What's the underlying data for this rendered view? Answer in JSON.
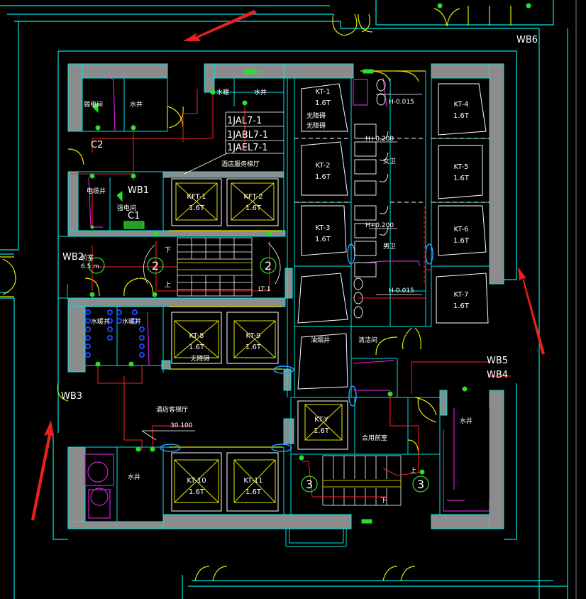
{
  "colors": {
    "background": "#000000",
    "wall_line": "#00e5e5",
    "wall_fill": "#8c8c8c",
    "door": "#e6e600",
    "electric": "#ff2020",
    "device": "#28e028",
    "pipe": "#d020d0",
    "white_text": "#ffffff",
    "arrow": "#e8221c",
    "water_blue": "#2244ff"
  },
  "board_labels": {
    "wb6": "WB6",
    "wb5": "WB5",
    "wb4": "WB4",
    "wb3": "WB3",
    "wb2": "WB2",
    "wb1": "WB1"
  },
  "panel_labels": [
    "1JAL7-1",
    "1JABL7-1",
    "1JAEL7-1"
  ],
  "room_labels": {
    "weak_current": "弱电间",
    "water_well_a": "水井",
    "hvac_small": "水暖",
    "water_well_b": "水井",
    "electric_well": "电缆井",
    "strong_current": "强电间",
    "service_hall": "酒店服务梯厅",
    "front_room": "前室",
    "hvac_well_a": "水暖井",
    "hvac_well_b": "水暖井",
    "guest_hall": "酒店客梯厅",
    "water_well_c": "水井",
    "oil_well": "油烟井",
    "cleaning": "清洁间",
    "shared_front": "合用前室",
    "water_well_d": "水井",
    "female_wc": "女卫",
    "male_wc": "男卫",
    "no_barrier_1": "无障碍",
    "no_barrier_2": "无障碍"
  },
  "elevators": [
    {
      "id": "kft1",
      "name": "KFT-1",
      "load": "1.6T"
    },
    {
      "id": "kft2",
      "name": "KFT-2",
      "load": "1.6T"
    },
    {
      "id": "kt8",
      "name": "KT-8",
      "load": "1.6T",
      "note": "无障碍"
    },
    {
      "id": "kt9",
      "name": "KT-9",
      "load": "1.6T"
    },
    {
      "id": "kt10",
      "name": "KT-10",
      "load": "1.6T"
    },
    {
      "id": "kt11",
      "name": "KT-11",
      "load": "1.6T"
    },
    {
      "id": "kty",
      "name": "KT-Y",
      "load": "1.6T"
    },
    {
      "id": "kt1",
      "name": "KT-1",
      "load": "1.6T"
    },
    {
      "id": "kt2",
      "name": "KT-2",
      "load": "1.6T"
    },
    {
      "id": "kt3",
      "name": "KT-3",
      "load": "1.6T"
    },
    {
      "id": "kt4",
      "name": "KT-4",
      "load": "1.6T"
    },
    {
      "id": "kt5",
      "name": "KT-5",
      "load": "1.6T"
    },
    {
      "id": "kt6",
      "name": "KT-6",
      "load": "1.6T"
    },
    {
      "id": "kt7",
      "name": "KT-7",
      "load": "1.6T"
    }
  ],
  "misc_labels": {
    "c2": "C2",
    "c1": "C1",
    "lt1": "LT-1",
    "elevation": "30.100",
    "h015a": "H-0.015",
    "h015b": "H-0.015",
    "h200a": "H+0.200",
    "h200b": "H+0.200",
    "stair_a": "2",
    "stair_b": "2",
    "stair_c": "3",
    "stair_d": "3",
    "up_a": "上",
    "down_a": "下",
    "up_b": "上",
    "down_b": "下",
    "wb2_level": "6.5 m"
  }
}
